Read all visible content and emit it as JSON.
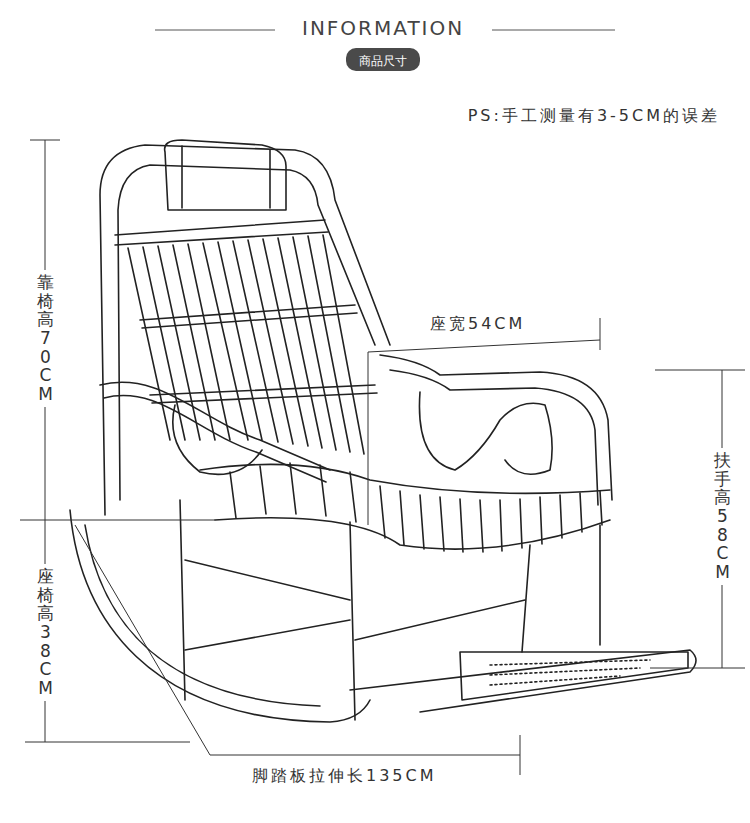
{
  "diagram": {
    "title": "INFORMATION",
    "nodes": [
      {
        "text": [
          "商品尺寸"
        ]
      }
    ],
    "labels": [
      "PS:手工测量有3-5CM的误差",
      "靠椅高70CM",
      "座宽54CM",
      "扶手高58CM",
      "座椅高38CM",
      "脚踏板拉伸长135CM"
    ]
  }
}
